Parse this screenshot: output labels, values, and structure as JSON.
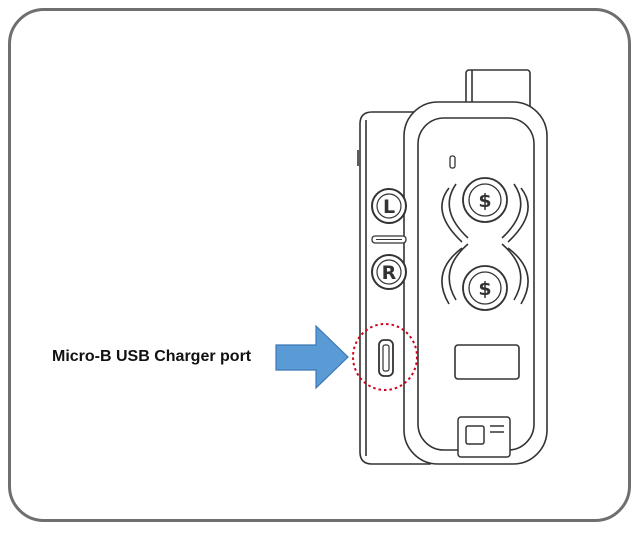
{
  "callout": {
    "label": "Micro-B USB Charger port"
  },
  "device": {
    "left_button_label": "L",
    "right_button_label": "R",
    "upper_dial_symbol": "$",
    "lower_dial_symbol": "$"
  },
  "colors": {
    "arrow_fill": "#5b9bd5",
    "arrow_stroke": "#3a78b5",
    "highlight_ring": "#d0021b",
    "frame": "#6f6f6f",
    "line_art": "#333333"
  },
  "icons": {
    "arrow": "right-arrow-icon",
    "port": "usb-port-icon"
  }
}
